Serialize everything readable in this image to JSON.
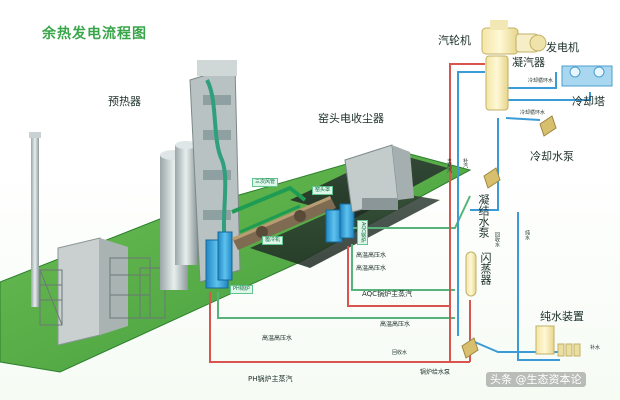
{
  "title": "余热发电流程图",
  "labels": {
    "preheater": "预热器",
    "kiln_head_collector": "窑头电收尘器",
    "turbine": "汽轮机",
    "generator": "发电机",
    "condenser": "凝汽器",
    "cooling_tower": "冷却塔",
    "cooling_pump": "冷却水泵",
    "condensate_pump": "凝结水泵",
    "flash_tank": "闪蒸器",
    "pure_water": "纯水装置",
    "pump_bottom": "锅炉给水泵",
    "aqc_steam": "AQC锅炉主蒸汽",
    "ph_steam": "PH锅炉主蒸汽",
    "hp_water_1": "高温高压水",
    "hp_water_2": "高温高压水",
    "hp_water_3": "高温高压水",
    "hp_water_4": "高温高压水",
    "makeup_1": "回收水",
    "makeup_2": "回收水",
    "main_steam": "主蒸汽",
    "cooling_supply": "冷却循环水",
    "cooling_return": "冷却循环水",
    "low_pressure": "补汽",
    "pure_water_small": "纯水",
    "feed_small": "补水"
  },
  "tags": {
    "ph_boiler": "PH锅炉",
    "aqc_boiler": "AQC锅炉",
    "sanci_air": "三次风管",
    "grate_cooler": "篦冷机",
    "kiln_head": "窑头罩"
  },
  "watermark": "头条 @生态资本论",
  "colors": {
    "steam_line": "#d9534f",
    "water_line": "#3b9bd6",
    "return_line": "#56b47a",
    "title": "#39a54a"
  }
}
